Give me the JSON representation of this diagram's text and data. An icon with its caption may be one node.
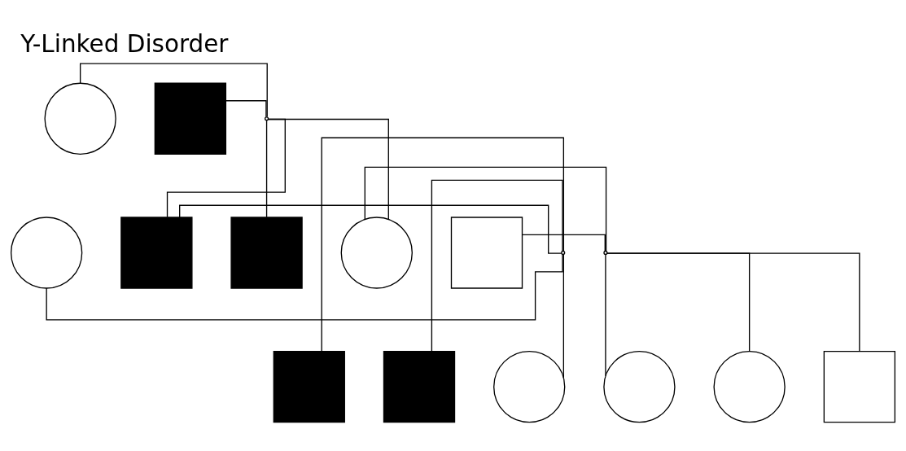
{
  "diagram": {
    "title": "Y-Linked Disorder",
    "nodes": [
      {
        "text": [],
        "shape": "circle"
      },
      {
        "text": [],
        "shape": "box"
      },
      {
        "text": [],
        "shape": "point"
      },
      {
        "text": [],
        "shape": "circle"
      },
      {
        "text": [],
        "shape": "box"
      },
      {
        "text": [],
        "shape": "box"
      },
      {
        "text": [],
        "shape": "circle"
      },
      {
        "text": [],
        "shape": "box"
      },
      {
        "text": [],
        "shape": "point"
      },
      {
        "text": [],
        "shape": "point"
      },
      {
        "text": [],
        "shape": "box"
      },
      {
        "text": [],
        "shape": "box"
      },
      {
        "text": [],
        "shape": "circle"
      },
      {
        "text": [],
        "shape": "circle"
      },
      {
        "text": [],
        "shape": "circle"
      },
      {
        "text": [],
        "shape": "box"
      }
    ],
    "edges": [
      {
        "from": 0,
        "to": 2,
        "arrow": "none"
      },
      {
        "from": 2,
        "to": 1,
        "arrow": "none"
      },
      {
        "from": 2,
        "to": 4,
        "arrow": "none"
      },
      {
        "from": 2,
        "to": 5,
        "arrow": "none"
      },
      {
        "from": 2,
        "to": 6,
        "arrow": "none"
      },
      {
        "from": 3,
        "to": 8,
        "arrow": "none"
      },
      {
        "from": 8,
        "to": 4,
        "arrow": "none"
      },
      {
        "from": 6,
        "to": 9,
        "arrow": "none"
      },
      {
        "from": 9,
        "to": 7,
        "arrow": "none"
      },
      {
        "from": 8,
        "to": 10,
        "arrow": "none"
      },
      {
        "from": 8,
        "to": 11,
        "arrow": "none"
      },
      {
        "from": 8,
        "to": 12,
        "arrow": "none"
      },
      {
        "from": 9,
        "to": 13,
        "arrow": "none"
      },
      {
        "from": 9,
        "to": 14,
        "arrow": "none"
      },
      {
        "from": 9,
        "to": 15,
        "arrow": "none"
      }
    ]
  }
}
